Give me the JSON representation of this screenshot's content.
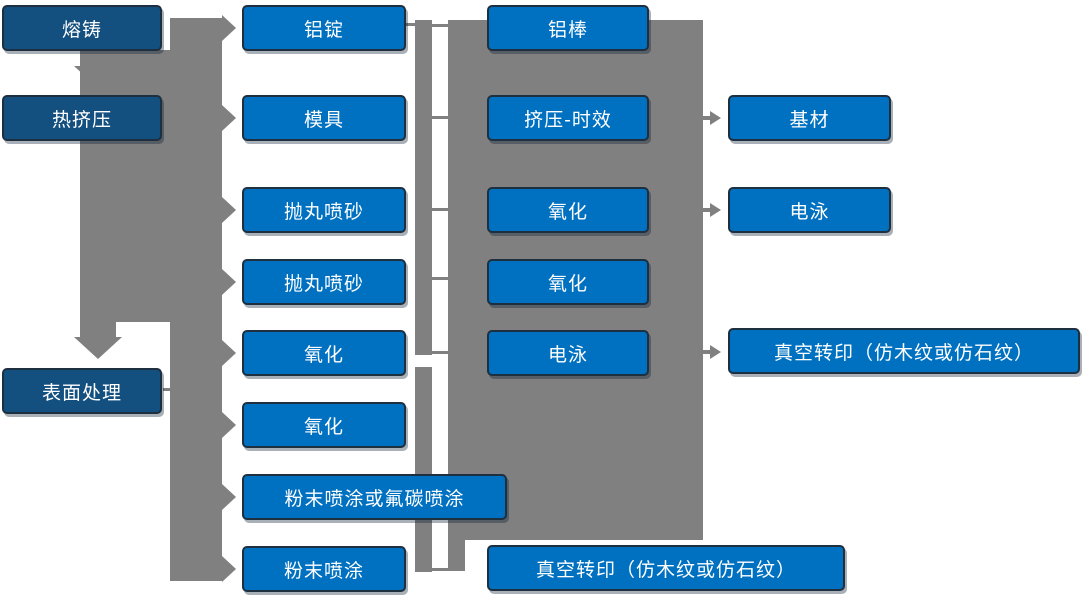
{
  "diagram": {
    "title": "aluminum-profile-process-flow",
    "stages": {
      "melting": "熔铸",
      "hot_extrusion": "热挤压",
      "surface_treatment": "表面处理"
    },
    "col2": {
      "aluminum_ingot": "铝锭",
      "mold": "模具",
      "shot_blasting_1": "抛丸喷砂",
      "shot_blasting_2": "抛丸喷砂",
      "oxidation_1": "氧化",
      "oxidation_2": "氧化",
      "powder_or_fluorocarbon": "粉末喷涂或氟碳喷涂",
      "powder_coating": "粉末喷涂"
    },
    "col3": {
      "aluminum_rod": "铝棒",
      "extrusion_aging": "挤压-时效",
      "oxidation_1": "氧化",
      "oxidation_2": "氧化",
      "electrophoresis": "电泳",
      "vacuum_transfer": "真空转印（仿木纹或仿石纹）"
    },
    "col4": {
      "base_material": "基材",
      "electrophoresis": "电泳",
      "vacuum_transfer": "真空转印（仿木纹或仿石纹）"
    },
    "colors": {
      "node_blue": "#0070C0",
      "node_dark_blue": "#134F7F",
      "connector_gray": "#808080",
      "text": "#FFFFFF"
    }
  }
}
